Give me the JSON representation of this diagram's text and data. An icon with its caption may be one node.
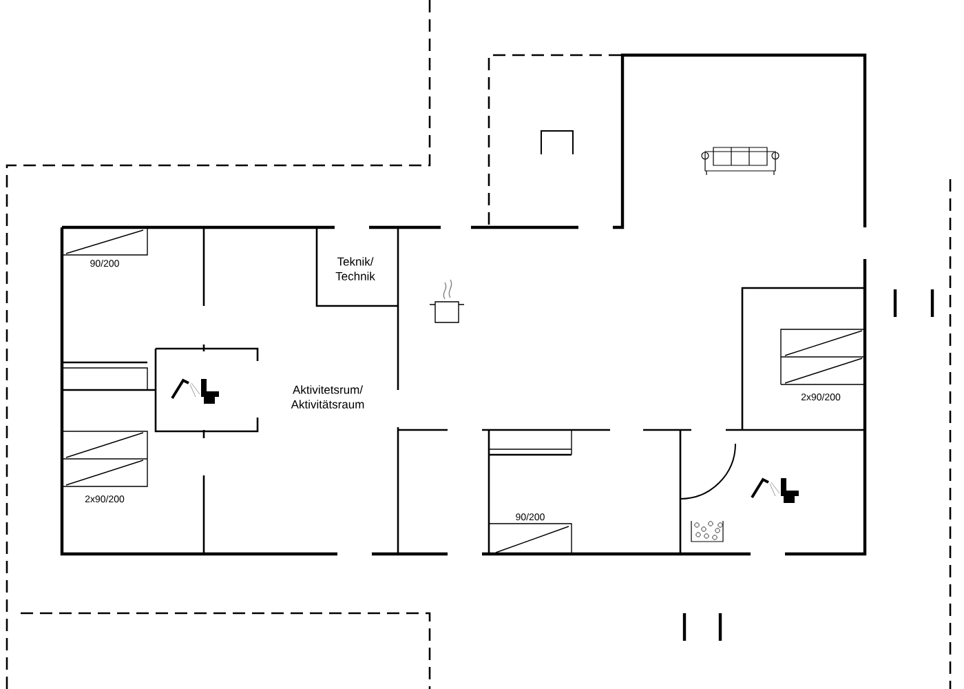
{
  "diagram": {
    "labels": [
      "90/200",
      "Teknik/ Technik",
      "Aktivitetsrum/ Aktivitätsraum",
      "2x90/200",
      "2x90/200",
      "90/200"
    ]
  }
}
